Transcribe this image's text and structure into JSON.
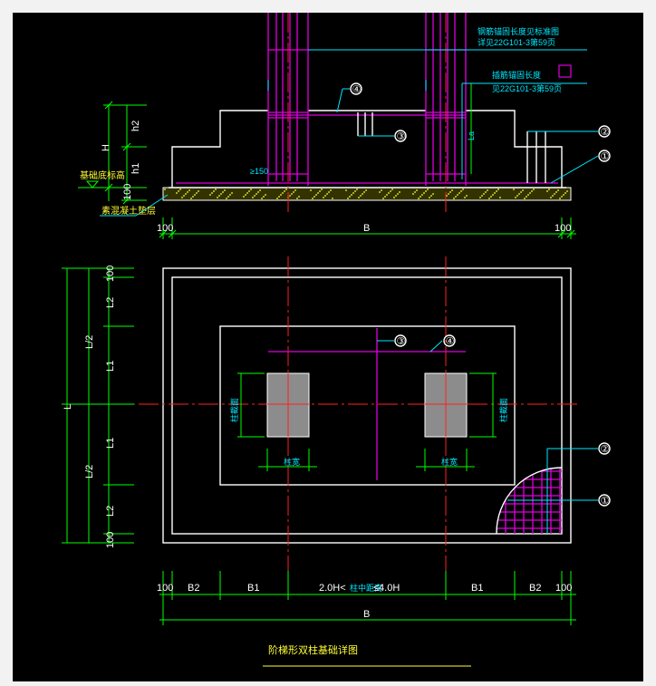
{
  "section": {
    "dims_vertical": [
      "h2",
      "H",
      "h1",
      "100"
    ],
    "dims_bottom": [
      "100",
      "B",
      "100"
    ],
    "label_top_right_1a": "钢筋锚固长度见标准图",
    "label_top_right_1b": "详见22G101-3第59页",
    "label_top_right_2a": "插筋锚固长度",
    "label_top_right_2b": "见22G101-3第59页",
    "label_la": "La",
    "label_dim_150": "≥150",
    "label_elev": "基础底标高",
    "label_cushion": "素混凝土垫层"
  },
  "plan": {
    "dims_left": [
      "100",
      "L2",
      "L1",
      "L/2",
      "L",
      "L1",
      "L/2",
      "L2",
      "100"
    ],
    "dims_bottom": [
      "100",
      "B2",
      "B1",
      "2.0H<",
      "B1",
      "B2",
      "100"
    ],
    "dim_mid_note": "柱中距离",
    "dim_mid_tail": "≤4.0H",
    "dim_total": "B",
    "column_dim_side": "柱截面",
    "column_dim_bottom": "柱宽"
  },
  "callouts": [
    "①",
    "②",
    "③",
    "④"
  ],
  "title": "阶梯形双柱基础详图"
}
